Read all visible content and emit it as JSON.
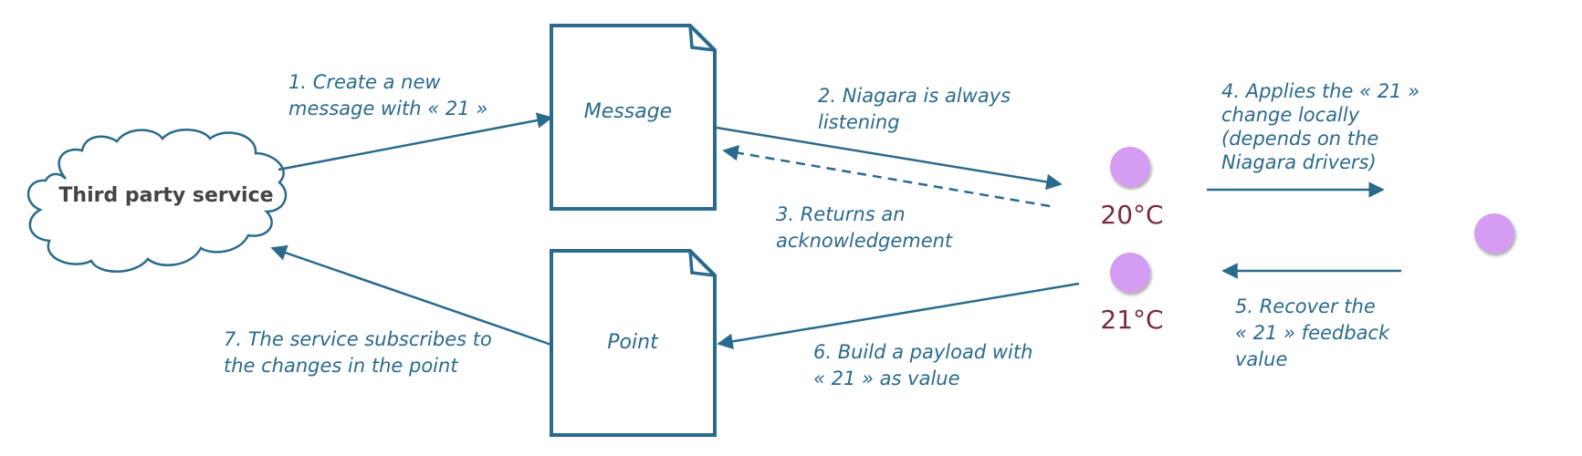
{
  "colors": {
    "stroke": "#2a6a8c",
    "step_text": "#2a6a8c",
    "cloud_label": "#444444",
    "temperature": "#7a2a40",
    "device_dot": "#d49cf2"
  },
  "cloud": {
    "label": "Third party service",
    "icon": "cloud-icon"
  },
  "documents": {
    "message": {
      "label": "Message",
      "icon": "document-icon"
    },
    "point": {
      "label": "Point",
      "icon": "document-icon"
    }
  },
  "temperatures": {
    "current": "20°C",
    "target": "21°C"
  },
  "steps": {
    "step1": [
      "1. Create a new",
      "message with « 21 »"
    ],
    "step2": [
      "2. Niagara is always",
      "listening"
    ],
    "step3": [
      "3. Returns an",
      "acknowledgement"
    ],
    "step4": [
      "4. Applies the « 21 »",
      "change locally",
      "(depends on the",
      "Niagara drivers)"
    ],
    "step5": [
      "5. Recover the",
      "« 21 » feedback",
      "value"
    ],
    "step6": [
      "6. Build a payload with",
      "« 21 » as value"
    ],
    "step7": [
      "7. The service subscribes to",
      "the changes in the point"
    ]
  }
}
